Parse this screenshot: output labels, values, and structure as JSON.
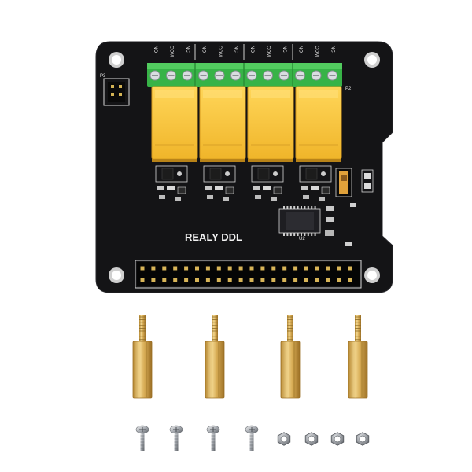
{
  "board": {
    "label": "REALY DDL",
    "pcb_color": "#141416",
    "relay_color": "#f5c23a",
    "terminal_color": "#3fbf4f",
    "designators": {
      "p3": "P3",
      "p2": "P2",
      "u2": "U2"
    },
    "terminal_labels": [
      "NO",
      "COM",
      "NC",
      "NO",
      "COM",
      "NC",
      "NO",
      "COM",
      "NC",
      "NO",
      "COM",
      "NC"
    ],
    "relay_count": 4
  },
  "accessories": {
    "standoff_count": 4,
    "screw_count": 4,
    "nut_count": 4,
    "brass_color": "#d9b15a"
  }
}
